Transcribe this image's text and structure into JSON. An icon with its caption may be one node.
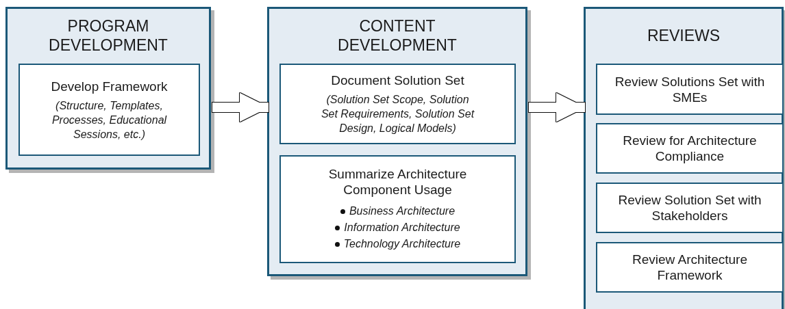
{
  "diagram": {
    "nodes": [
      {
        "text": [
          "PROGRAM DEVELOPMENT"
        ]
      },
      {
        "text": [
          "Develop Framework",
          "(Structure, Templates, Processes, Educational Sessions, etc.)"
        ],
        "in": 0
      },
      {
        "text": [
          "CONTENT DEVELOPMENT"
        ]
      },
      {
        "text": [
          "Document Solution Set",
          "(Solution Set Scope, Solution Set Requirements, Solution Set Design, Logical Models)"
        ],
        "in": 2
      },
      {
        "text": [
          "Summarize Architecture Component Usage",
          "Business Architecture",
          "Information Architecture",
          "Technology Architecture"
        ],
        "in": 2
      },
      {
        "text": [
          "REVIEWS"
        ]
      },
      {
        "text": [
          "Review Solutions Set with SMEs"
        ],
        "in": 5
      },
      {
        "text": [
          "Review for Architecture Compliance"
        ],
        "in": 5
      },
      {
        "text": [
          "Review Solution Set with Stakeholders"
        ],
        "in": 5
      },
      {
        "text": [
          "Review Architecture Framework"
        ],
        "in": 5
      }
    ],
    "edges": [
      {
        "from": 0,
        "to": 2,
        "arrow": "to"
      },
      {
        "from": 2,
        "to": 5,
        "arrow": "to"
      }
    ]
  }
}
